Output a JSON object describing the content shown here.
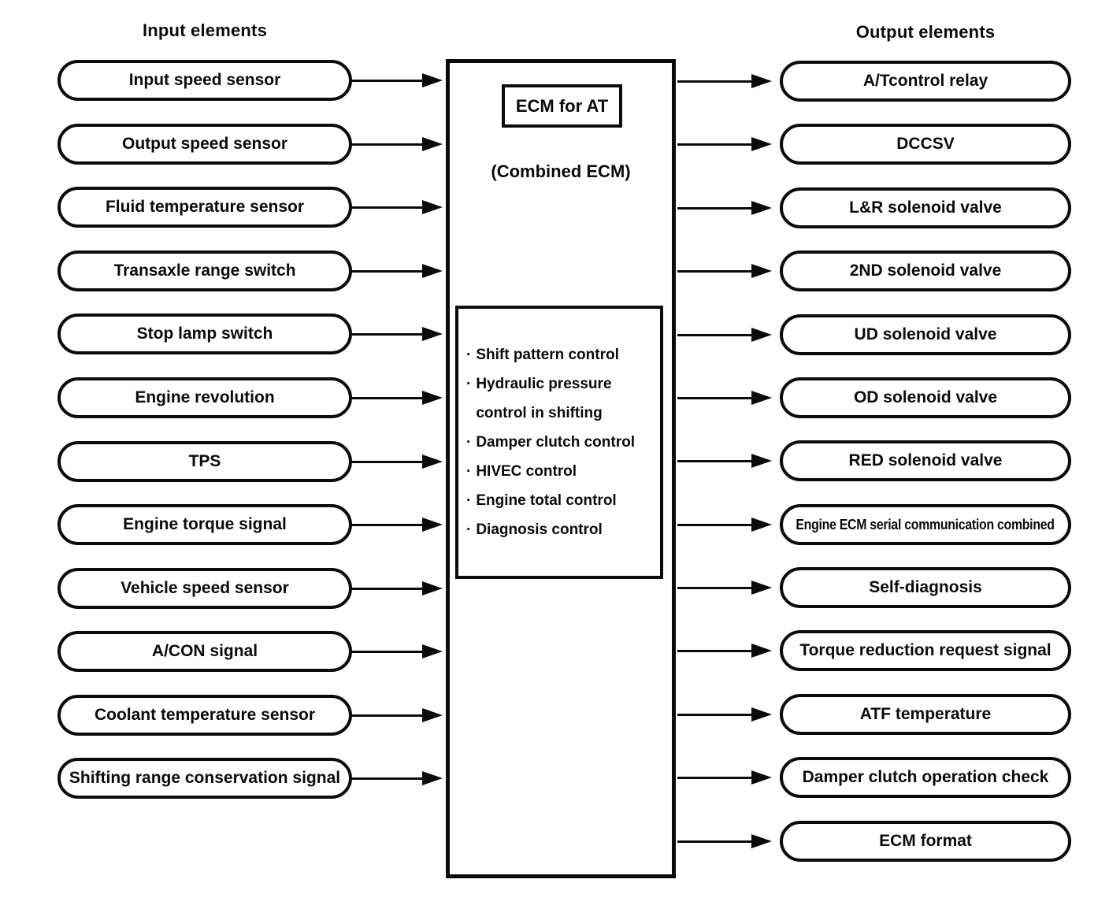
{
  "colors": {
    "ink": "#0b0b0b",
    "paper": "#ffffff"
  },
  "headers": {
    "input": "Input elements",
    "output": "Output elements"
  },
  "ecm": {
    "title": "ECM for AT",
    "subtitle": "(Combined ECM)",
    "bullet": "·",
    "functions": [
      "Shift pattern control",
      "Hydraulic pressure control in shifting",
      "Damper clutch control",
      "HIVEC control",
      "Engine total control",
      "Diagnosis control"
    ]
  },
  "inputs": [
    "Input speed sensor",
    "Output speed sensor",
    "Fluid temperature sensor",
    "Transaxle range switch",
    "Stop lamp switch",
    "Engine revolution",
    "TPS",
    "Engine torque signal",
    "Vehicle speed sensor",
    "A/CON signal",
    "Coolant temperature sensor",
    "Shifting range conservation signal"
  ],
  "outputs": [
    "A/Tcontrol relay",
    "DCCSV",
    "L&R solenoid valve",
    "2ND solenoid valve",
    "UD solenoid valve",
    "OD solenoid valve",
    "RED solenoid valve",
    "Engine ECM serial communication combined",
    "Self-diagnosis",
    "Torque reduction request signal",
    "ATF temperature",
    "Damper clutch operation check",
    "ECM format"
  ]
}
